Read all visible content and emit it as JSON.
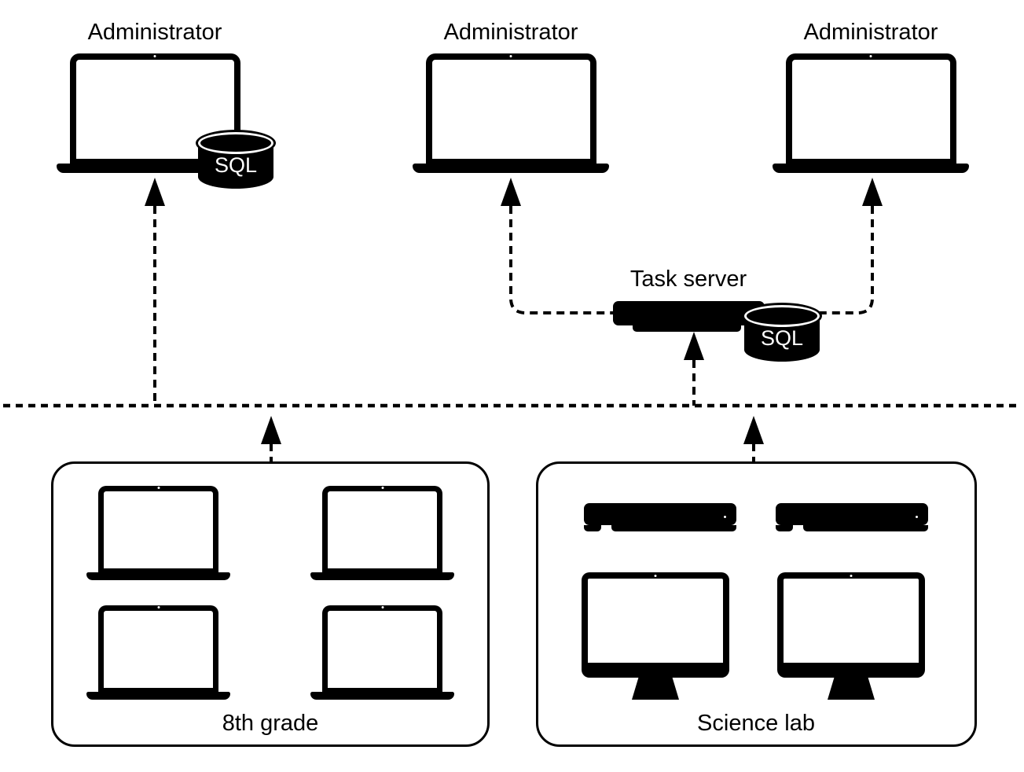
{
  "colors": {
    "ink": "#000000",
    "paper": "#ffffff"
  },
  "admins": [
    {
      "label": "Administrator"
    },
    {
      "label": "Administrator"
    },
    {
      "label": "Administrator"
    }
  ],
  "task_server": {
    "label": "Task server"
  },
  "databases": [
    {
      "label": "SQL"
    },
    {
      "label": "SQL"
    }
  ],
  "groups": [
    {
      "label": "8th grade",
      "devices": "4 laptops"
    },
    {
      "label": "Science lab",
      "devices": "2 server units, 2 desktop computers"
    }
  ],
  "icons": {
    "admin_device": "laptop-icon",
    "task_server_device": "server-unit-icon",
    "database": "sql-database-cylinder-icon",
    "lab_devices": [
      "server-unit-icon",
      "desktop-monitor-icon"
    ]
  }
}
